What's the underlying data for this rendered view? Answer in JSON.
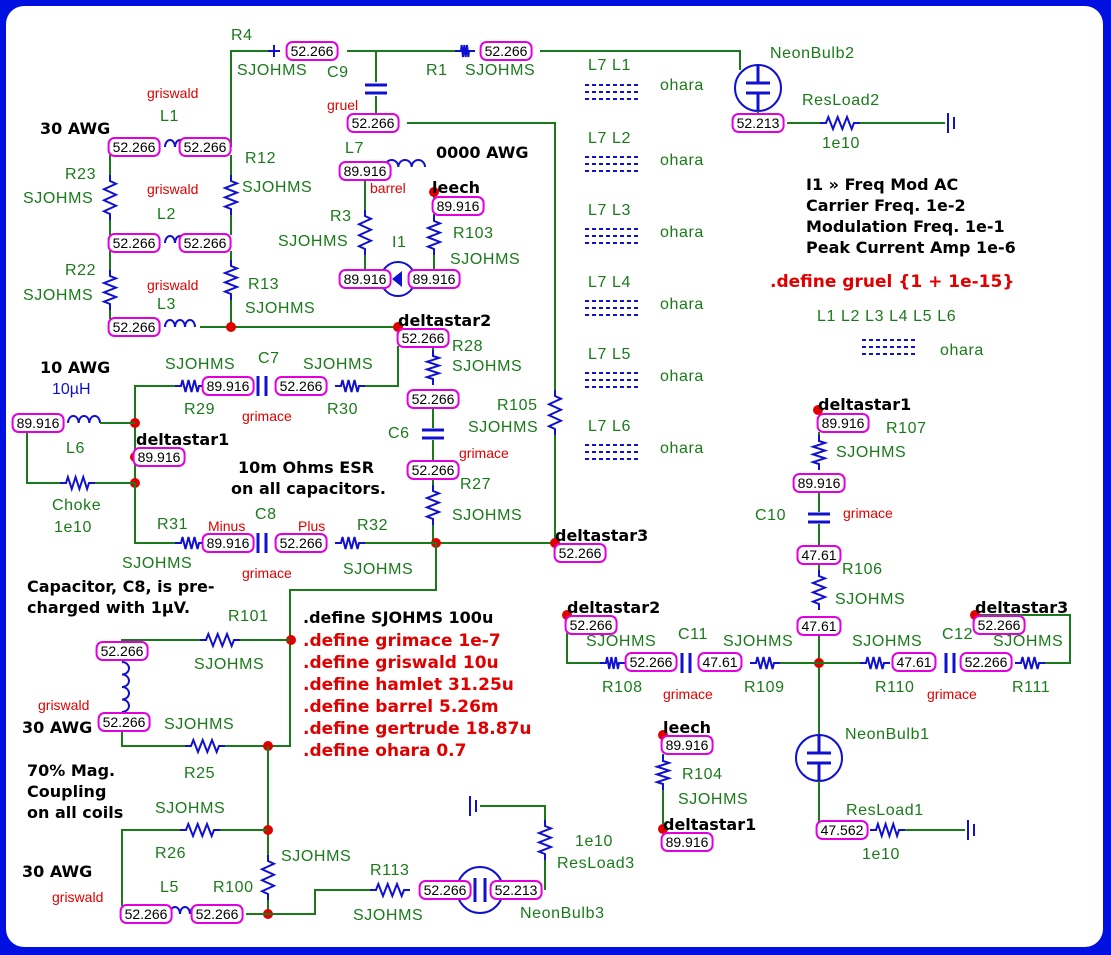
{
  "colors": {
    "frame": "#0010e0",
    "wire": "#1a7a1a",
    "component": "#1010d0",
    "node_dot": "#e00000",
    "node_box": "#e000e0"
  },
  "component_labels": [
    "R4",
    "SJOHMS",
    "C9",
    "R1",
    "SJOHMS",
    "NeonBulb2",
    "ResLoad2",
    "1e10",
    "L1",
    "R23",
    "SJOHMS",
    "R12",
    "SJOHMS",
    "L2",
    "R22",
    "SJOHMS",
    "L3",
    "R13",
    "SJOHMS",
    "L7",
    "R3",
    "SJOHMS",
    "I1",
    "R103",
    "SJOHMS",
    "L7 L1",
    "ohara",
    "L7 L2",
    "ohara",
    "L7 L3",
    "ohara",
    "L7 L4",
    "ohara",
    "L7 L5",
    "ohara",
    "L7 L6",
    "ohara",
    "L1 L2 L3 L4 L5 L6",
    "ohara",
    "SJOHMS",
    "C7",
    "SJOHMS",
    "R29",
    "R30",
    "R28",
    "SJOHMS",
    "R105",
    "SJOHMS",
    "C6",
    "L6",
    "R27",
    "SJOHMS",
    "Choke",
    "1e10",
    "R31",
    "C8",
    "R32",
    "SJOHMS",
    "SJOHMS",
    "R101",
    "SJOHMS",
    "SJOHMS",
    "R25",
    "SJOHMS",
    "R26",
    "R100",
    "SJOHMS",
    "R113",
    "SJOHMS",
    "L5",
    "1e10",
    "ResLoad3",
    "NeonBulb3",
    "R107",
    "SJOHMS",
    "C10",
    "R106",
    "SJOHMS",
    "SJOHMS",
    "C11",
    "SJOHMS",
    "SJOHMS",
    "C12",
    "SJOHMS",
    "R108",
    "R109",
    "R110",
    "R111",
    "NeonBulb1",
    "R104",
    "SJOHMS",
    "ResLoad1",
    "1e10"
  ],
  "parameter_labels": [
    "griswald",
    "gruel",
    "griswald",
    "griswald",
    "barrel",
    "grimace",
    "grimace",
    "Minus",
    "Plus",
    "grimace",
    "griswald",
    "griswald",
    "grimace",
    "grimace",
    "grimace"
  ],
  "annotations": [
    "30 AWG",
    "0000 AWG",
    "leech",
    "deltastar2",
    "10 AWG",
    "deltastar1",
    "10m Ohms ESR",
    "on all capacitors.",
    "deltastar3",
    "Capacitor, C8, is pre-",
    "charged with 1µV.",
    "30 AWG",
    "70% Mag.",
    "Coupling",
    "on all coils",
    "30 AWG",
    "deltastar1",
    "deltastar2",
    "deltastar3",
    "leech",
    "deltastar1",
    ".define SJOHMS 100u"
  ],
  "i1_block": [
    "I1 » Freq Mod AC",
    "Carrier Freq. 1e-2",
    "Modulation Freq. 1e-1",
    "Peak Current Amp 1e-6"
  ],
  "inductance_label": "10µH",
  "defines": {
    "gruel": ".define gruel {1 + 1e-15}",
    "list": [
      ".define grimace 1e-7",
      ".define griswald 10u",
      ".define hamlet 31.25u",
      ".define barrel 5.26m",
      ".define gertrude 18.87u",
      ".define ohara 0.7"
    ]
  },
  "node_voltages": [
    "52.266",
    "52.266",
    "52.266",
    "52.213",
    "52.266",
    "52.266",
    "89.916",
    "89.916",
    "52.266",
    "52.266",
    "89.916",
    "89.916",
    "52.266",
    "52.266",
    "89.916",
    "52.266",
    "52.266",
    "89.916",
    "89.916",
    "52.266",
    "89.916",
    "52.266",
    "52.266",
    "89.916",
    "89.916",
    "47.61",
    "47.61",
    "52.266",
    "52.266",
    "52.266",
    "47.61",
    "47.61",
    "52.266",
    "52.266",
    "52.266",
    "89.916",
    "89.916",
    "47.562",
    "52.266",
    "52.266",
    "52.266",
    "52.213"
  ]
}
